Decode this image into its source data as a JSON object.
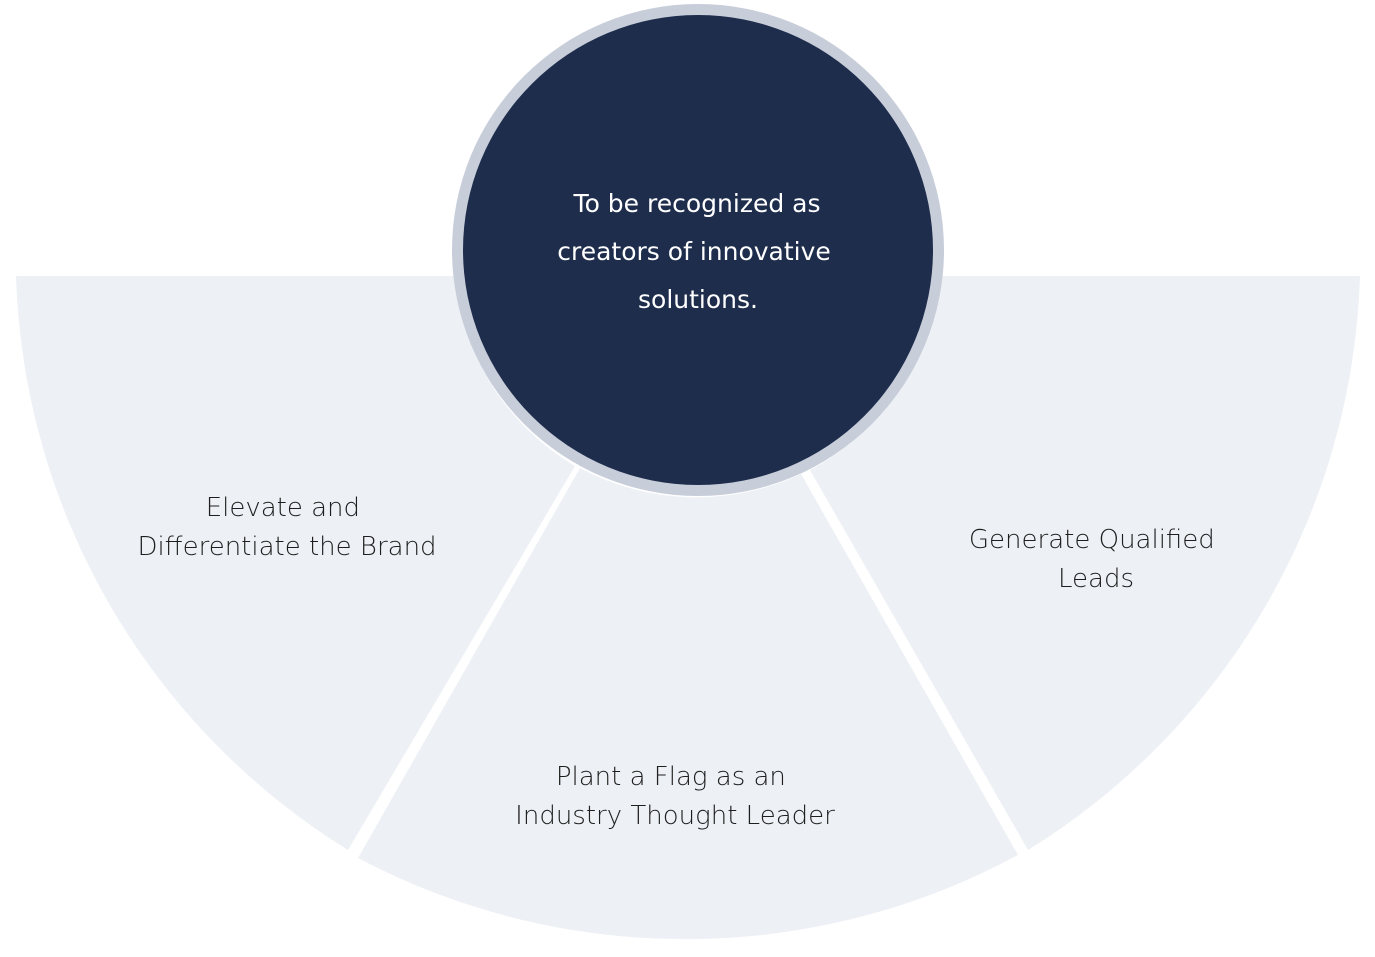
{
  "colors": {
    "segment_fill": "#edf0f5",
    "center_fill": "#1e2d4c",
    "center_ring": "#c8cdda",
    "segment_text": "#1e1e1e",
    "center_text": "#ffffff",
    "background": "#ffffff"
  },
  "center": {
    "lines": [
      "To be recognized as",
      "creators of innovative",
      "solutions."
    ]
  },
  "segments": [
    {
      "name": "left",
      "lines": [
        "Elevate and",
        "Differentiate the Brand"
      ]
    },
    {
      "name": "bottom",
      "lines": [
        "Plant a Flag as an",
        "Industry Thought Leader"
      ]
    },
    {
      "name": "right",
      "lines": [
        "Generate Qualified",
        "Leads"
      ]
    }
  ]
}
